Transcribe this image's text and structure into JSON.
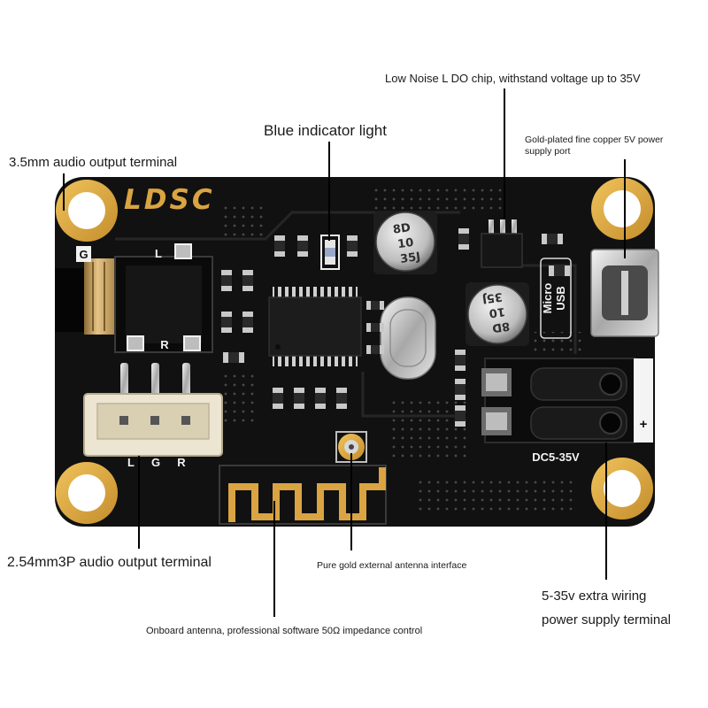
{
  "callouts": {
    "ldo_chip": "Low Noise L DO chip, withstand voltage up to 35V",
    "blue_led": "Blue indicator light",
    "usb_port": [
      "Gold-plated fine copper 5V power",
      "supply port"
    ],
    "audio_jack": "3.5mm audio output terminal",
    "jst_terminal": "2.54mm3P audio output terminal",
    "antenna_interface": "Pure gold external antenna interface",
    "onboard_antenna": "Onboard antenna, professional software 50Ω impedance control",
    "power_terminal": [
      "5-35v extra wiring",
      "power supply terminal"
    ]
  },
  "board": {
    "logo": "LDSC",
    "jack_labels": {
      "g": "G",
      "l": "L",
      "r": "R"
    },
    "connector_labels": [
      "L",
      "G",
      "R"
    ],
    "capacitor_top": [
      "8D",
      "10",
      "35J"
    ],
    "capacitor_bottom": [
      "8D",
      "10",
      "35J"
    ],
    "usb_label": [
      "Micro",
      "USB"
    ],
    "power_label": "DC5-35V",
    "polarity": "+"
  },
  "colors": {
    "board": "#111111",
    "gold": "#d9a441",
    "silkscreen": "#f2f2f2",
    "callout_line": "#000000"
  }
}
